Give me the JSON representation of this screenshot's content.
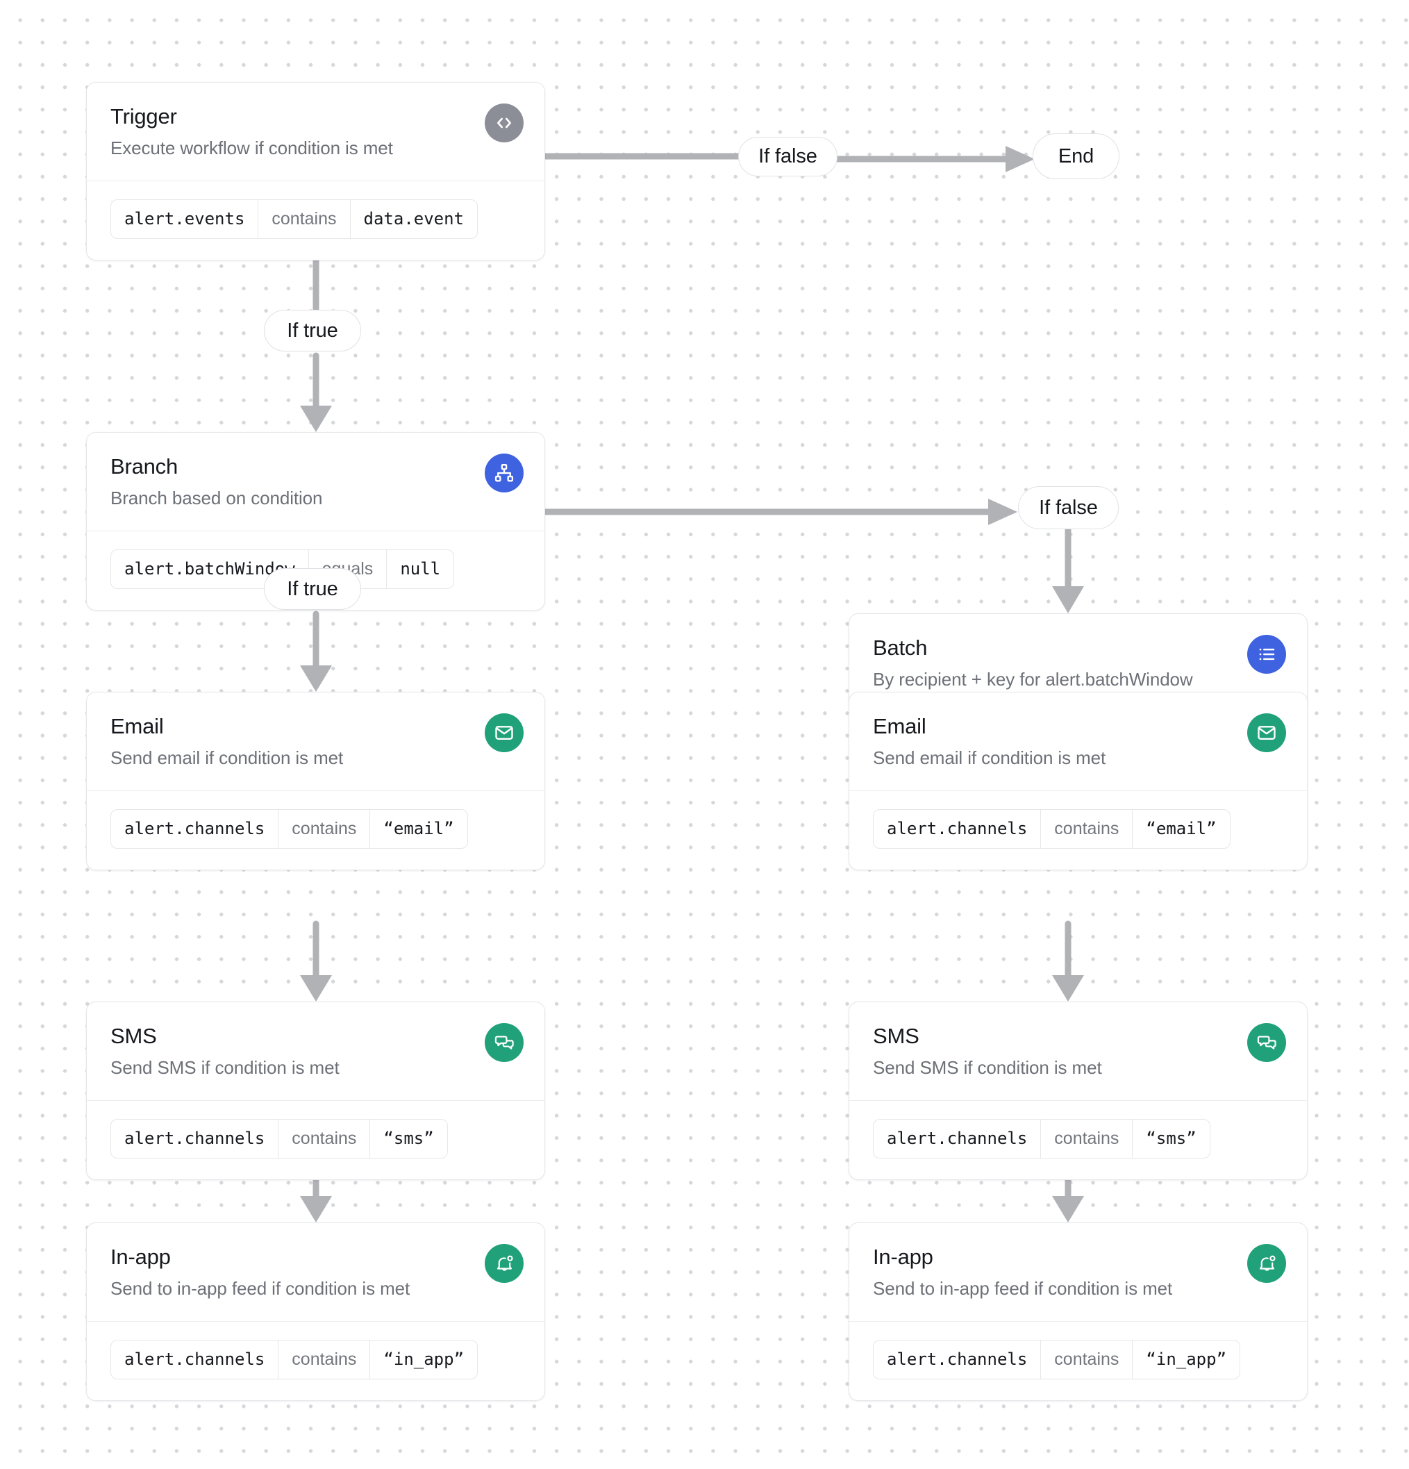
{
  "canvas": {
    "grid_dot_color": "#d6d7da",
    "background": "#ffffff"
  },
  "palette": {
    "trigger_icon_bg": "#8b8e97",
    "branch_icon_bg": "#3f62e0",
    "batch_icon_bg": "#3f62e0",
    "channel_icon_bg": "#21a179",
    "connector": "#b0b2b6",
    "card_border": "#e6e7e9",
    "title_text": "#16181d",
    "sub_text": "#6d7077",
    "operator_text": "#73767d"
  },
  "nodes": {
    "trigger": {
      "title": "Trigger",
      "subtitle": "Execute workflow if condition is met",
      "icon": "code-icon",
      "condition": {
        "left": "alert.events",
        "op": "contains",
        "right": "data.event"
      }
    },
    "branch": {
      "title": "Branch",
      "subtitle": "Branch based on condition",
      "icon": "sitemap-icon",
      "condition": {
        "left": "alert.batchWindow",
        "op": "equals",
        "right": "null"
      }
    },
    "batch": {
      "title": "Batch",
      "subtitle": "By recipient + key for alert.batchWindow",
      "icon": "list-icon"
    },
    "email_left": {
      "title": "Email",
      "subtitle": "Send email if condition is met",
      "icon": "envelope-icon",
      "condition": {
        "left": "alert.channels",
        "op": "contains",
        "right": "“email”"
      }
    },
    "sms_left": {
      "title": "SMS",
      "subtitle": "Send SMS if condition is met",
      "icon": "chat-bubbles-icon",
      "condition": {
        "left": "alert.channels",
        "op": "contains",
        "right": "“sms”"
      }
    },
    "inapp_left": {
      "title": "In-app",
      "subtitle": "Send to in-app feed if condition is met",
      "icon": "bell-notification-icon",
      "condition": {
        "left": "alert.channels",
        "op": "contains",
        "right": "“in_app”"
      }
    },
    "email_right": {
      "title": "Email",
      "subtitle": "Send email if condition is met",
      "icon": "envelope-icon",
      "condition": {
        "left": "alert.channels",
        "op": "contains",
        "right": "“email”"
      }
    },
    "sms_right": {
      "title": "SMS",
      "subtitle": "Send SMS if condition is met",
      "icon": "chat-bubbles-icon",
      "condition": {
        "left": "alert.channels",
        "op": "contains",
        "right": "“sms”"
      }
    },
    "inapp_right": {
      "title": "In-app",
      "subtitle": "Send to in-app feed if condition is met",
      "icon": "bell-notification-icon",
      "condition": {
        "left": "alert.channels",
        "op": "contains",
        "right": "“in_app”"
      }
    }
  },
  "edge_labels": {
    "trigger_false": "If false",
    "trigger_true": "If true",
    "branch_false": "If false",
    "branch_true": "If true",
    "end": "End"
  }
}
